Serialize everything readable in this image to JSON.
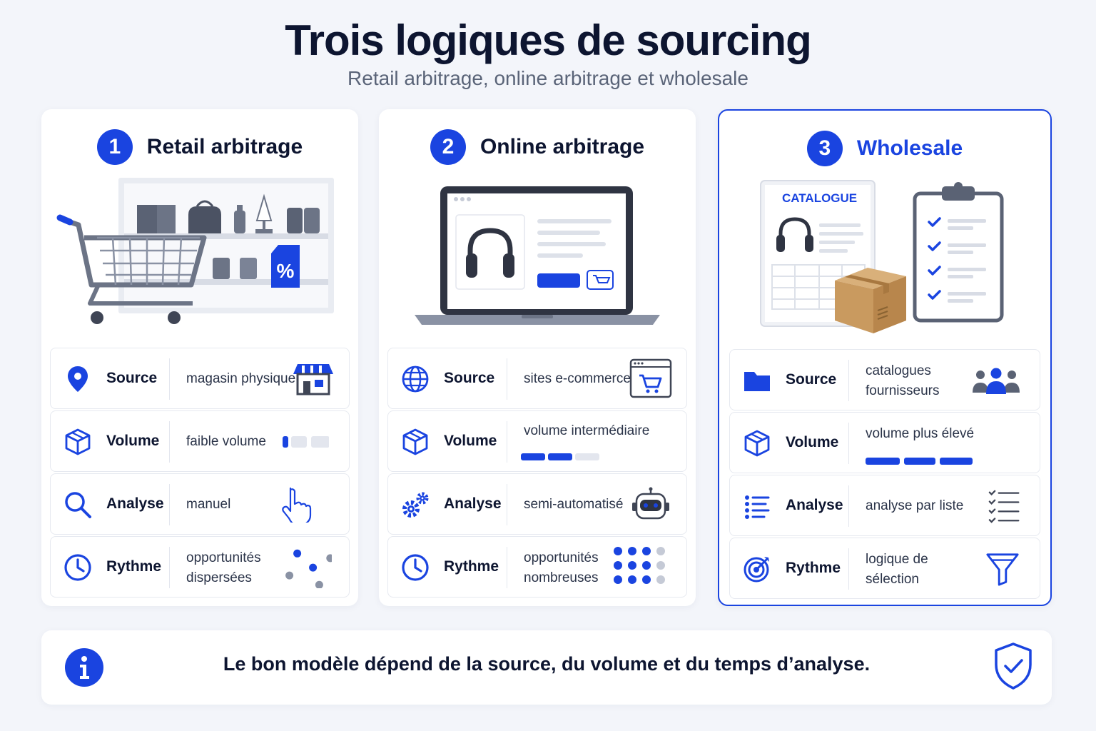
{
  "header": {
    "title": "Trois logiques de sourcing",
    "subtitle": "Retail arbitrage, online arbitrage et wholesale"
  },
  "columns": [
    {
      "number": "1",
      "title": "Retail arbitrage",
      "rows": [
        {
          "label": "Source",
          "value": "magasin physique",
          "icon": "location-pin-icon",
          "deco": "storefront-icon"
        },
        {
          "label": "Volume",
          "value": "faible volume",
          "icon": "box-icon",
          "deco": "volume-level-low-icon",
          "level": 0.33
        },
        {
          "label": "Analyse",
          "value": "manuel",
          "icon": "search-icon",
          "deco": "hand-pointer-icon"
        },
        {
          "label": "Rythme",
          "value_line1": "opportunités",
          "value_line2": "dispersées",
          "icon": "clock-icon",
          "deco": "scattered-dots-icon"
        }
      ]
    },
    {
      "number": "2",
      "title": "Online arbitrage",
      "rows": [
        {
          "label": "Source",
          "value": "sites e-commerce",
          "icon": "globe-icon",
          "deco": "browser-cart-icon"
        },
        {
          "label": "Volume",
          "value": "volume intermédiaire",
          "icon": "box-icon",
          "deco": "volume-level-medium-icon",
          "level": 0.67
        },
        {
          "label": "Analyse",
          "value": "semi-automatisé",
          "icon": "gears-icon",
          "deco": "robot-icon"
        },
        {
          "label": "Rythme",
          "value_line1": "opportunités",
          "value_line2": "nombreuses",
          "icon": "clock-icon",
          "deco": "dot-grid-icon"
        }
      ]
    },
    {
      "number": "3",
      "title": "Wholesale",
      "catalogue_label": "CATALOGUE",
      "rows": [
        {
          "label": "Source",
          "value_line1": "catalogues",
          "value_line2": "fournisseurs",
          "icon": "folder-icon",
          "deco": "people-group-icon"
        },
        {
          "label": "Volume",
          "value": "volume plus élevé",
          "icon": "box-icon",
          "deco": "volume-level-high-icon",
          "level": 1.0
        },
        {
          "label": "Analyse",
          "value": "analyse par liste",
          "icon": "list-icon",
          "deco": "checklist-icon"
        },
        {
          "label": "Rythme",
          "value_line1": "logique de",
          "value_line2": "sélection",
          "icon": "target-icon",
          "deco": "funnel-icon"
        }
      ]
    }
  ],
  "footer": {
    "text": "Le bon modèle dépend de la source, du volume et du temps d’analyse.",
    "left_icon": "info-icon",
    "right_icon": "shield-check-icon"
  },
  "colors": {
    "accent": "#1a44e0",
    "text_dark": "#0d1530",
    "text_muted": "#5a6478",
    "background": "#f3f5fa"
  }
}
